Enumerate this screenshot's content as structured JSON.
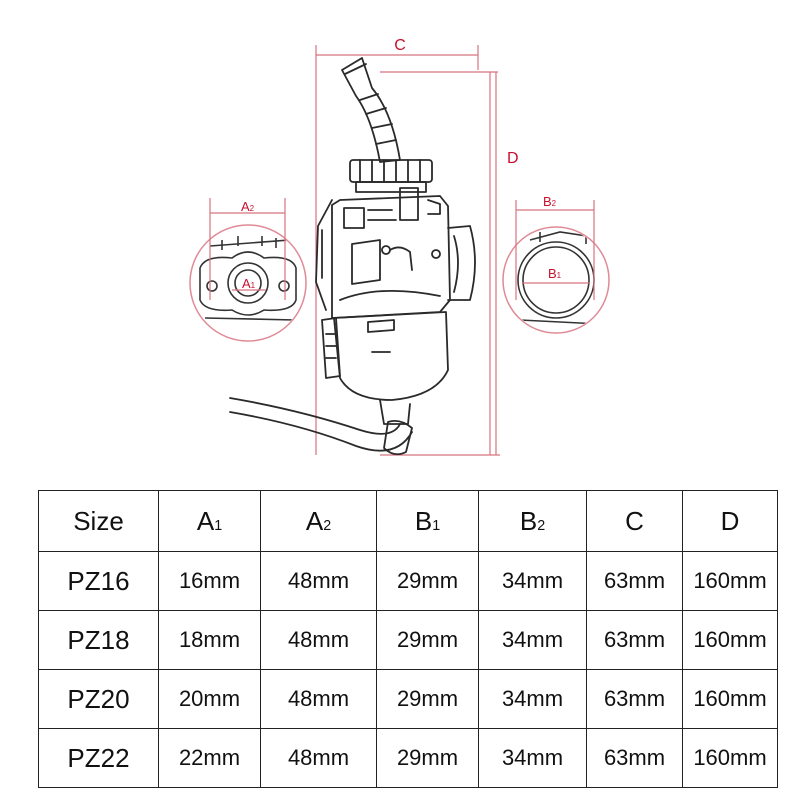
{
  "diagram": {
    "accent_color": "#c8102e",
    "labels": {
      "c": "C",
      "d": "D",
      "a2_main": "A",
      "a2_sub": "2",
      "a1_main": "A",
      "a1_sub": "1",
      "b2_main": "B",
      "b2_sub": "2",
      "b1_main": "B",
      "b1_sub": "1"
    }
  },
  "table": {
    "headers": [
      {
        "main": "Size",
        "sub": ""
      },
      {
        "main": "A",
        "sub": "1"
      },
      {
        "main": "A",
        "sub": "2"
      },
      {
        "main": "B",
        "sub": "1"
      },
      {
        "main": "B",
        "sub": "2"
      },
      {
        "main": "C",
        "sub": ""
      },
      {
        "main": "D",
        "sub": ""
      }
    ],
    "rows": [
      [
        "PZ16",
        "16mm",
        "48mm",
        "29mm",
        "34mm",
        "63mm",
        "160mm"
      ],
      [
        "PZ18",
        "18mm",
        "48mm",
        "29mm",
        "34mm",
        "63mm",
        "160mm"
      ],
      [
        "PZ20",
        "20mm",
        "48mm",
        "29mm",
        "34mm",
        "63mm",
        "160mm"
      ],
      [
        "PZ22",
        "22mm",
        "48mm",
        "29mm",
        "34mm",
        "63mm",
        "160mm"
      ]
    ]
  }
}
